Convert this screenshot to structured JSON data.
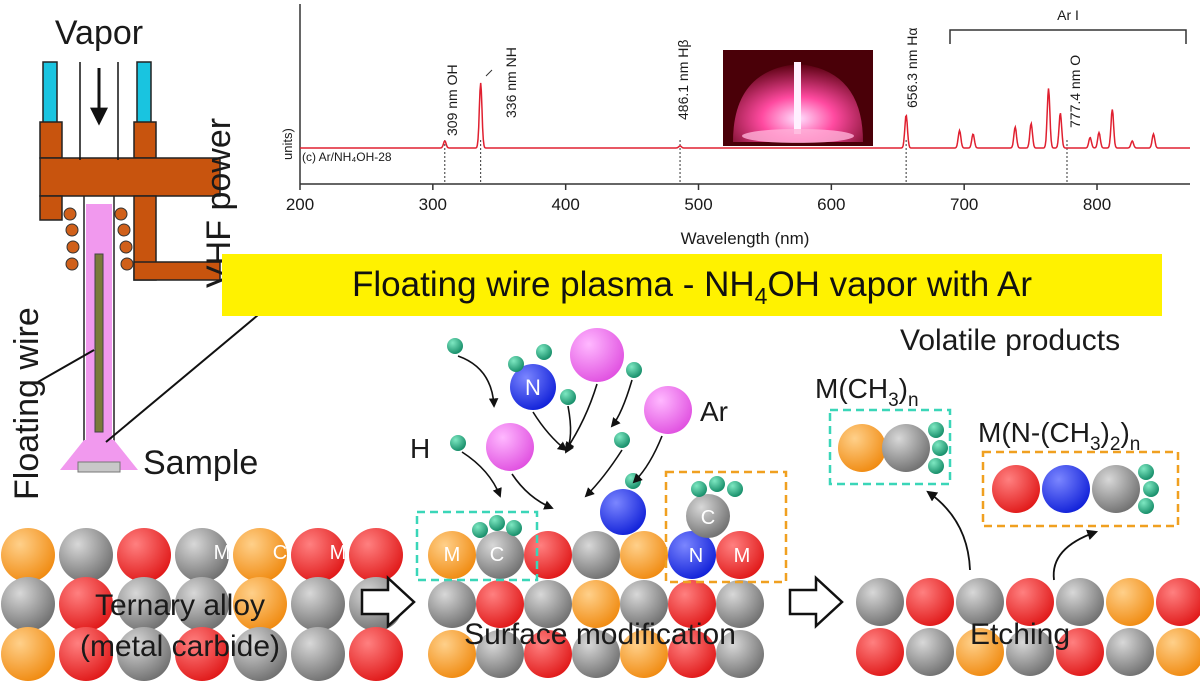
{
  "apparatus": {
    "vapor": "Vapor",
    "power": "VHF power",
    "wire": "Floating wire",
    "sample": "Sample"
  },
  "spectrum": {
    "y_axis_fragment": "units)",
    "sample_label": "(c) Ar/NH₄OH-28",
    "x_label": "Wavelength (nm)",
    "x_ticks": [
      "200",
      "300",
      "400",
      "500",
      "600",
      "700",
      "800"
    ],
    "peak_labels": {
      "oh": "309 nm OH",
      "nh": "336 nm NH",
      "hb": "486.1 nm Hβ",
      "ha": "656.3 nm Hα",
      "o": "777.4 nm O",
      "ar": "Ar I"
    }
  },
  "banner": {
    "title_pre": "Floating wire plasma - NH",
    "title_sub": "4",
    "title_post": "OH vapor with Ar"
  },
  "species": {
    "n": "N",
    "h": "H",
    "ar": "Ar",
    "c": "C",
    "m": "M"
  },
  "products": {
    "heading": "Volatile products",
    "product1_base": "M(CH",
    "product1_sub3": "3",
    "product1_close": ")",
    "product1_subn": "n",
    "product2_base": "M(N-(CH",
    "product2_sub3": "3",
    "product2_mid": ")",
    "product2_sub2": "2",
    "product2_close": ")",
    "product2_subn": "n"
  },
  "stages": {
    "stage1_line1": "Ternary alloy",
    "stage1_line2": "(metal carbide)",
    "stage2": "Surface modification",
    "stage3": "Etching"
  },
  "chart_data": {
    "type": "line",
    "title": "",
    "xlabel": "Wavelength (nm)",
    "ylabel": "units)",
    "xlim": [
      200,
      870
    ],
    "x_ticks": [
      200,
      300,
      400,
      500,
      600,
      700,
      800
    ],
    "grid": false,
    "series": [
      {
        "name": "(c) Ar/NH₄OH-28",
        "peaks_nm": [
          {
            "x": 309,
            "y": 0.1
          },
          {
            "x": 336,
            "y": 0.93
          },
          {
            "x": 486.1,
            "y": 0.03
          },
          {
            "x": 656.3,
            "y": 0.47
          },
          {
            "x": 696.5,
            "y": 0.25
          },
          {
            "x": 706.7,
            "y": 0.2
          },
          {
            "x": 738.4,
            "y": 0.3
          },
          {
            "x": 750.4,
            "y": 0.35
          },
          {
            "x": 763.5,
            "y": 0.85
          },
          {
            "x": 772.4,
            "y": 0.5
          },
          {
            "x": 794.8,
            "y": 0.15
          },
          {
            "x": 801.5,
            "y": 0.22
          },
          {
            "x": 811.5,
            "y": 0.55
          },
          {
            "x": 826.5,
            "y": 0.1
          },
          {
            "x": 842.5,
            "y": 0.2
          }
        ]
      }
    ]
  }
}
